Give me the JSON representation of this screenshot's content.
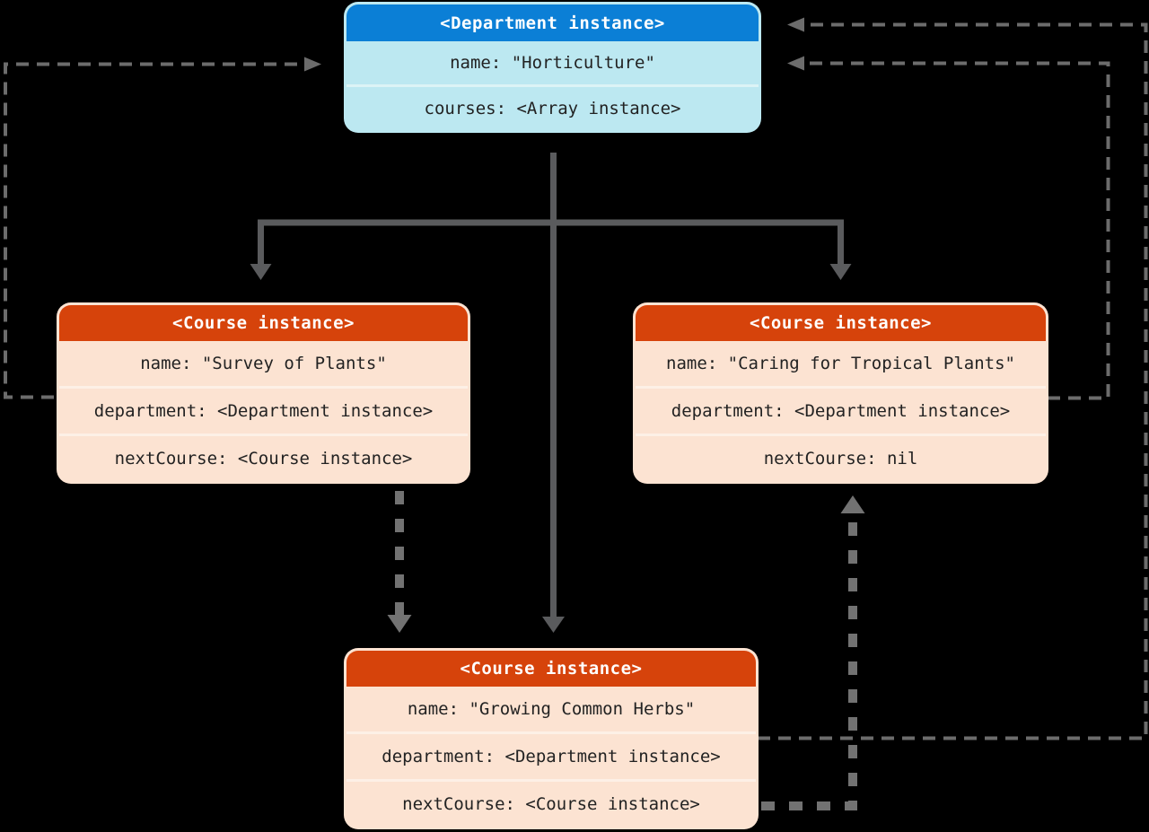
{
  "colors": {
    "background": "#000000",
    "department_header": "#0b7fd6",
    "department_body": "#bce8f1",
    "department_divider": "#dcf3f6",
    "course_header": "#d6430b",
    "course_body": "#fce3d2",
    "course_divider": "#fdf0e6",
    "solid_arrow": "#5a5b5d",
    "dashed_arrow": "#6c6c6c",
    "thick_dashed_arrow": "#727272",
    "text": "#222222",
    "header_text": "#ffffff"
  },
  "boxes": {
    "department": {
      "title": "<Department instance>",
      "fields": [
        "name: \"Horticulture\"",
        "courses: <Array instance>"
      ]
    },
    "course_left": {
      "title": "<Course instance>",
      "fields": [
        "name: \"Survey of Plants\"",
        "department: <Department instance>",
        "nextCourse: <Course instance>"
      ]
    },
    "course_right": {
      "title": "<Course instance>",
      "fields": [
        "name: \"Caring for Tropical Plants\"",
        "department: <Department instance>",
        "nextCourse: nil"
      ]
    },
    "course_bottom": {
      "title": "<Course instance>",
      "fields": [
        "name: \"Growing Common Herbs\"",
        "department: <Department instance>",
        "nextCourse: <Course instance>"
      ]
    }
  },
  "edges": [
    {
      "id": "courses-to-survey",
      "from": "department.courses",
      "to": "course-survey-of-plants",
      "style": "solid-arrow"
    },
    {
      "id": "courses-to-tropical",
      "from": "department.courses",
      "to": "course-tropical-plants",
      "style": "solid-arrow"
    },
    {
      "id": "courses-to-herbs",
      "from": "department.courses",
      "to": "course-common-herbs",
      "style": "solid-arrow"
    },
    {
      "id": "survey-department-ref",
      "from": "course-survey-of-plants.department",
      "to": "department",
      "style": "dashed-arrow"
    },
    {
      "id": "tropical-department-ref",
      "from": "course-tropical-plants.department",
      "to": "department",
      "style": "dashed-arrow"
    },
    {
      "id": "herbs-department-ref",
      "from": "course-common-herbs.department",
      "to": "department",
      "style": "dashed-arrow"
    },
    {
      "id": "survey-nextcourse-ref",
      "from": "course-survey-of-plants.nextCourse",
      "to": "course-common-herbs",
      "style": "thick-dashed-arrow"
    },
    {
      "id": "herbs-nextcourse-ref",
      "from": "course-common-herbs.nextCourse",
      "to": "course-tropical-plants",
      "style": "thick-dashed-arrow"
    }
  ]
}
